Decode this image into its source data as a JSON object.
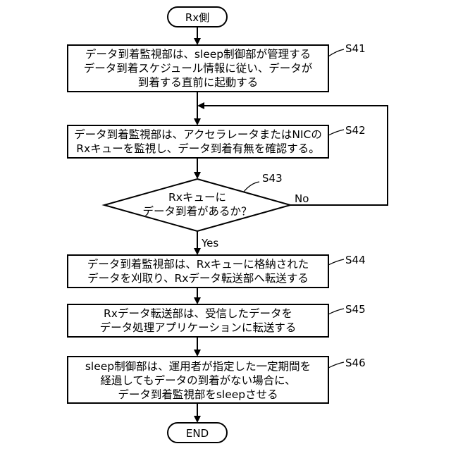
{
  "start": "Rx側",
  "end": "END",
  "steps": [
    {
      "id": "S41",
      "lines": [
        "データ到着監視部は、sleep制御部が管理する",
        "データ到着スケジュール情報に従い、データが",
        "到着する直前に起動する"
      ]
    },
    {
      "id": "S42",
      "lines": [
        "データ到着監視部は、アクセラレータまたはNICの",
        "Rxキューを監視し、データ到着有無を確認する。"
      ]
    },
    {
      "id": "S44",
      "lines": [
        "データ到着監視部は、Rxキューに格納された",
        "データを刈取り、Rxデータ転送部へ転送する"
      ]
    },
    {
      "id": "S45",
      "lines": [
        "Rxデータ転送部は、受信したデータを",
        "データ処理アプリケーションに転送する"
      ]
    },
    {
      "id": "S46",
      "lines": [
        "sleep制御部は、運用者が指定した一定期間を",
        "経過してもデータの到着がない場合に、",
        "データ到着監視部をsleepさせる"
      ]
    }
  ],
  "decision": {
    "id": "S43",
    "lines": [
      "Rxキューに",
      "データ到着があるか？"
    ],
    "yes_label": "Yes",
    "no_label": "No"
  }
}
